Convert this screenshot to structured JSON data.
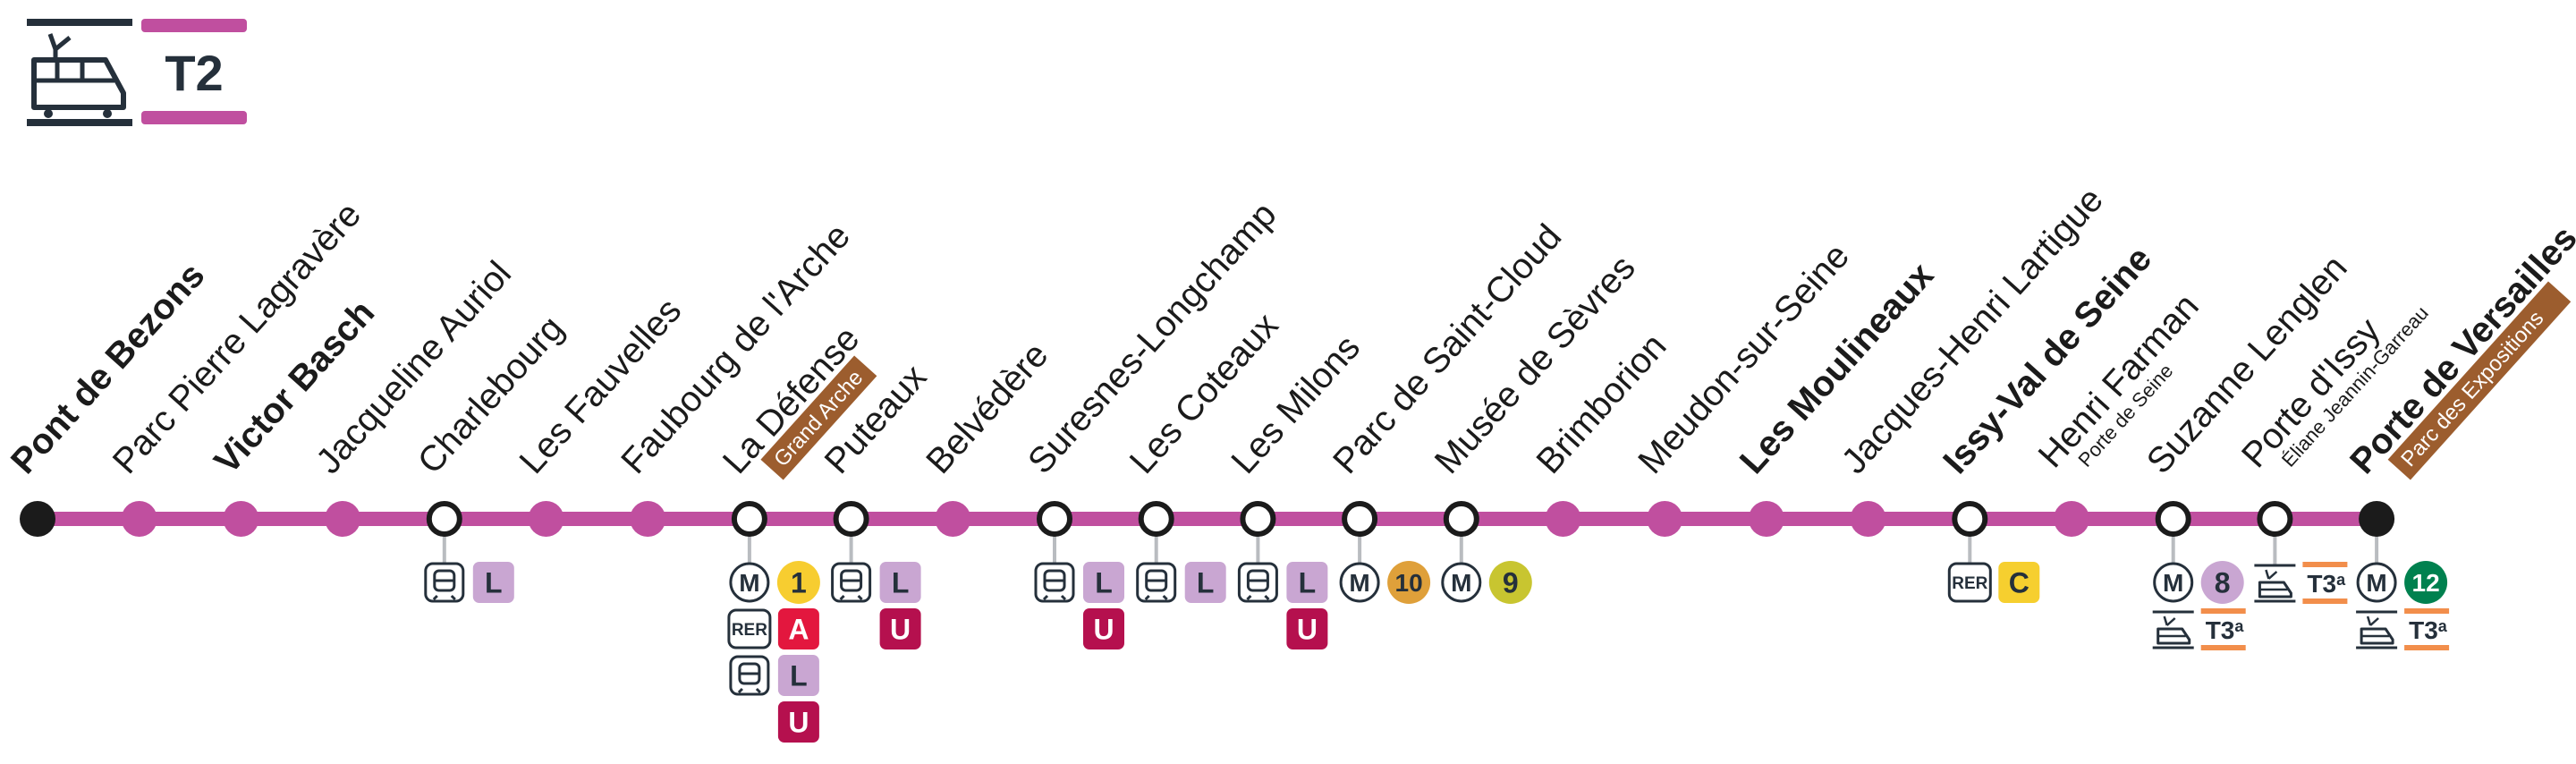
{
  "line": {
    "label": "T2",
    "line_color": "#c04f9f",
    "mode_icon": "tram-icon"
  },
  "colors": {
    "dark": "#25303b",
    "ink": "#1b1b1b",
    "tag": "#9c5d2e",
    "tram_underline": "#f28e4b"
  },
  "stations": [
    {
      "name": "Pont de Bezons",
      "bold": true,
      "type": "terminus",
      "conns": []
    },
    {
      "name": "Parc Pierre Lagravère",
      "bold": false,
      "type": "stop",
      "conns": []
    },
    {
      "name": "Victor Basch",
      "bold": true,
      "type": "stop",
      "conns": []
    },
    {
      "name": "Jacqueline Auriol",
      "bold": false,
      "type": "stop",
      "conns": []
    },
    {
      "name": "Charlebourg",
      "bold": false,
      "type": "interchange",
      "conns": [
        [
          [
            "train",
            "train-icon"
          ],
          [
            "line",
            "L",
            "#c9a6d2",
            "#25303b",
            "sq"
          ]
        ]
      ]
    },
    {
      "name": "Les Fauvelles",
      "bold": false,
      "type": "stop",
      "conns": []
    },
    {
      "name": "Faubourg de l'Arche",
      "bold": false,
      "type": "stop",
      "conns": []
    },
    {
      "name": "La Défense",
      "bold": false,
      "type": "interchange",
      "tag": "Grand Arche",
      "conns": [
        [
          [
            "metro",
            "M"
          ],
          [
            "line",
            "1",
            "#f7cd30",
            "#25303b",
            "circ"
          ]
        ],
        [
          [
            "rer",
            "RER"
          ],
          [
            "line",
            "A",
            "#e3173e",
            "#ffffff",
            "sq"
          ]
        ],
        [
          [
            "train",
            "train-icon"
          ],
          [
            "line",
            "L",
            "#c9a6d2",
            "#25303b",
            "sq"
          ]
        ],
        [
          [
            "blank"
          ],
          [
            "line",
            "U",
            "#b5104e",
            "#ffffff",
            "sq"
          ]
        ]
      ]
    },
    {
      "name": "Puteaux",
      "bold": false,
      "type": "interchange",
      "conns": [
        [
          [
            "train",
            "train-icon"
          ],
          [
            "line",
            "L",
            "#c9a6d2",
            "#25303b",
            "sq"
          ]
        ],
        [
          [
            "blank"
          ],
          [
            "line",
            "U",
            "#b5104e",
            "#ffffff",
            "sq"
          ]
        ]
      ]
    },
    {
      "name": "Belvédère",
      "bold": false,
      "type": "stop",
      "conns": []
    },
    {
      "name": "Suresnes-Longchamp",
      "bold": false,
      "type": "interchange",
      "conns": [
        [
          [
            "train",
            "train-icon"
          ],
          [
            "line",
            "L",
            "#c9a6d2",
            "#25303b",
            "sq"
          ]
        ],
        [
          [
            "blank"
          ],
          [
            "line",
            "U",
            "#b5104e",
            "#ffffff",
            "sq"
          ]
        ]
      ]
    },
    {
      "name": "Les Coteaux",
      "bold": false,
      "type": "interchange",
      "conns": [
        [
          [
            "train",
            "train-icon"
          ],
          [
            "line",
            "L",
            "#c9a6d2",
            "#25303b",
            "sq"
          ]
        ]
      ]
    },
    {
      "name": "Les Milons",
      "bold": false,
      "type": "interchange",
      "conns": [
        [
          [
            "train",
            "train-icon"
          ],
          [
            "line",
            "L",
            "#c9a6d2",
            "#25303b",
            "sq"
          ]
        ],
        [
          [
            "blank"
          ],
          [
            "line",
            "U",
            "#b5104e",
            "#ffffff",
            "sq"
          ]
        ]
      ]
    },
    {
      "name": "Parc de Saint-Cloud",
      "bold": false,
      "type": "interchange",
      "conns": [
        [
          [
            "metro",
            "M"
          ],
          [
            "line",
            "10",
            "#dfa03a",
            "#25303b",
            "circ"
          ]
        ]
      ]
    },
    {
      "name": "Musée de Sèvres",
      "bold": false,
      "type": "interchange",
      "conns": [
        [
          [
            "metro",
            "M"
          ],
          [
            "line",
            "9",
            "#c8c530",
            "#25303b",
            "circ"
          ]
        ]
      ]
    },
    {
      "name": "Brimborion",
      "bold": false,
      "type": "stop",
      "conns": []
    },
    {
      "name": "Meudon-sur-Seine",
      "bold": false,
      "type": "stop",
      "conns": []
    },
    {
      "name": "Les Moulineaux",
      "bold": true,
      "type": "stop",
      "conns": []
    },
    {
      "name": "Jacques-Henri Lartigue",
      "bold": false,
      "type": "stop",
      "conns": []
    },
    {
      "name": "Issy-Val de Seine",
      "bold": true,
      "type": "interchange",
      "conns": [
        [
          [
            "rer",
            "RER"
          ],
          [
            "line",
            "C",
            "#f6cf2f",
            "#25303b",
            "sq"
          ]
        ]
      ]
    },
    {
      "name": "Henri Farman",
      "bold": false,
      "type": "stop",
      "sub": "Porte de Seine",
      "conns": []
    },
    {
      "name": "Suzanne Lenglen",
      "bold": false,
      "type": "interchange",
      "conns": [
        [
          [
            "metro",
            "M"
          ],
          [
            "line",
            "8",
            "#c9a6d2",
            "#25303b",
            "circ"
          ]
        ],
        [
          [
            "tram",
            "tram-icon"
          ],
          [
            "tline",
            "T3a"
          ]
        ]
      ]
    },
    {
      "name": "Porte d'Issy",
      "bold": false,
      "type": "interchange",
      "sub": "Éliane Jeannin-Garreau",
      "conns": [
        [
          [
            "tram",
            "tram-icon"
          ],
          [
            "tline",
            "T3a"
          ]
        ]
      ]
    },
    {
      "name": "Porte de Versailles",
      "bold": true,
      "type": "terminus",
      "tag": "Parc des Expositions",
      "conns": [
        [
          [
            "metro",
            "M"
          ],
          [
            "line",
            "12",
            "#00814f",
            "#ffffff",
            "circ"
          ]
        ],
        [
          [
            "tram",
            "tram-icon"
          ],
          [
            "tline",
            "T3a"
          ]
        ]
      ]
    }
  ]
}
